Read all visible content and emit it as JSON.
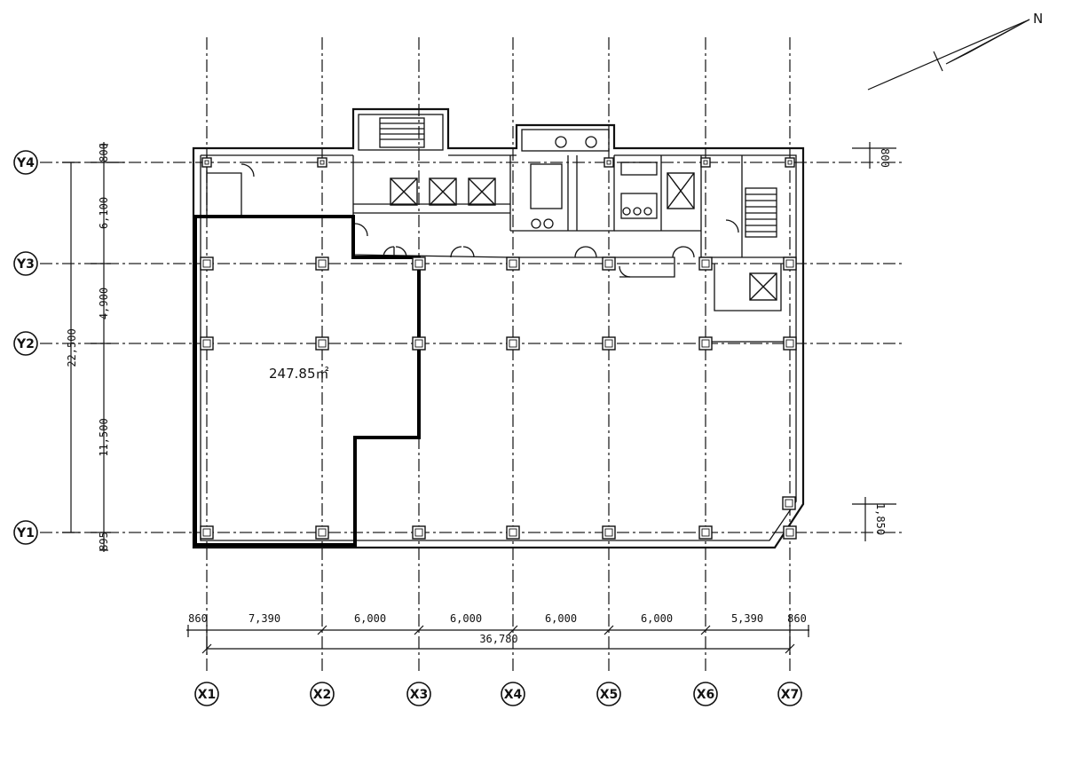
{
  "grid": {
    "x_axes": [
      {
        "id": "X1",
        "label": "X1"
      },
      {
        "id": "X2",
        "label": "X2"
      },
      {
        "id": "X3",
        "label": "X3"
      },
      {
        "id": "X4",
        "label": "X4"
      },
      {
        "id": "X5",
        "label": "X5"
      },
      {
        "id": "X6",
        "label": "X6"
      },
      {
        "id": "X7",
        "label": "X7"
      }
    ],
    "y_axes": [
      {
        "id": "Y4",
        "label": "Y4"
      },
      {
        "id": "Y3",
        "label": "Y3"
      },
      {
        "id": "Y2",
        "label": "Y2"
      },
      {
        "id": "Y1",
        "label": "Y1"
      }
    ]
  },
  "dimensions": {
    "horizontal_spans": [
      "860",
      "7,390",
      "6,000",
      "6,000",
      "6,000",
      "6,000",
      "5,390",
      "860"
    ],
    "horizontal_total": "36,780",
    "vertical_spans": [
      "800",
      "6,100",
      "4,900",
      "11,500",
      "895"
    ],
    "vertical_total": "22,500",
    "right_top": "800",
    "right_bottom": "1,850"
  },
  "tenant": {
    "area_label": "247.85㎡"
  },
  "north_arrow": {
    "label": "N"
  }
}
